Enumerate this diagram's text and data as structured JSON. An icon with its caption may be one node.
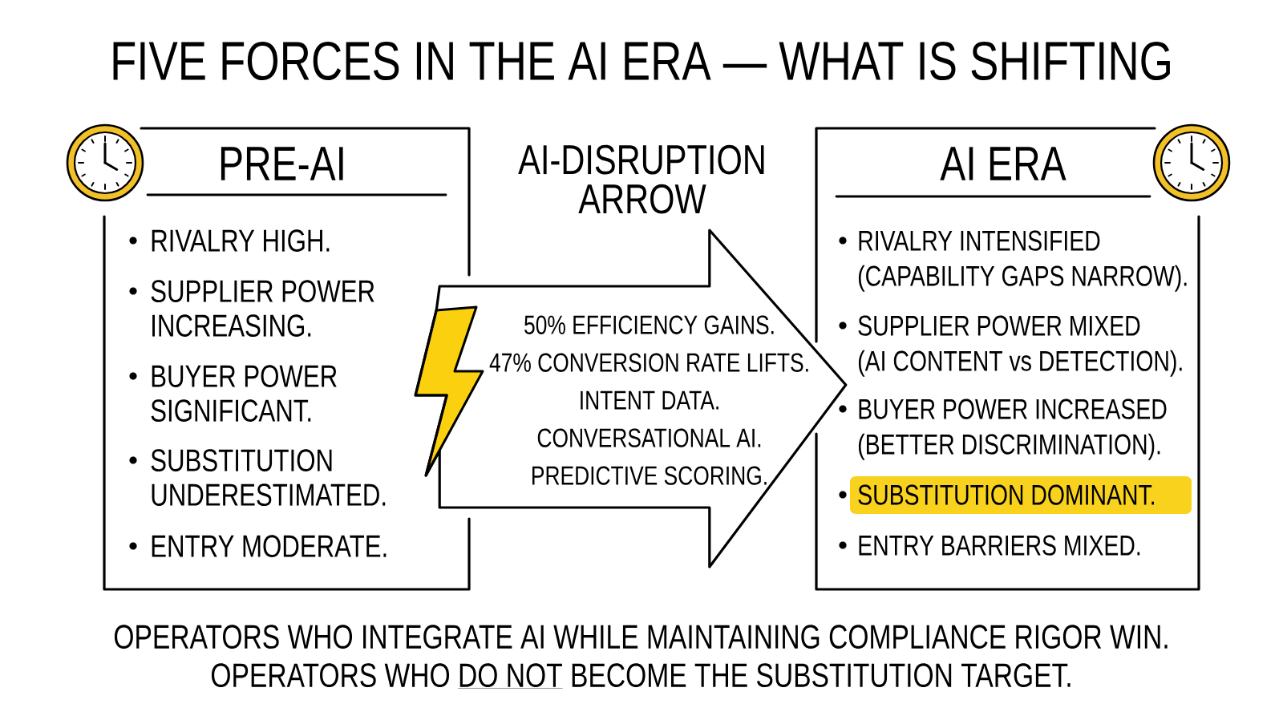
{
  "diagram": {
    "title": "FIVE FORCES IN THE AI ERA — WHAT IS SHIFTING",
    "nodes": [
      {
        "text": [
          "PRE-AI",
          "RIVALRY HIGH.",
          "SUPPLIER POWER INCREASING.",
          "BUYER POWER SIGNIFICANT.",
          "SUBSTITUTION UNDERESTIMATED.",
          "ENTRY MODERATE."
        ]
      },
      {
        "text": [
          "AI-DISRUPTION ARROW",
          "50% EFFICIENCY GAINS.",
          "47% CONVERSION RATE LIFTS.",
          "INTENT DATA.",
          "CONVERSATIONAL AI.",
          "PREDICTIVE SCORING."
        ]
      },
      {
        "text": [
          "AI ERA",
          "RIVALRY INTENSIFIED (CAPABILITY GAPS NARROW).",
          "SUPPLIER POWER MIXED (AI CONTENT vs DETECTION).",
          "BUYER POWER INCREASED (BETTER DISCRIMINATION).",
          "SUBSTITUTION DOMINANT.",
          "ENTRY BARRIERS MIXED."
        ]
      }
    ],
    "edges": [
      {
        "from": 0,
        "to": 2,
        "arrow": "to"
      }
    ],
    "caption": "OPERATORS WHO INTEGRATE AI WHILE MAINTAINING COMPLIANCE RIGOR WIN. OPERATORS WHO *DO NOT* BECOME THE SUBSTITUTION TARGET."
  }
}
